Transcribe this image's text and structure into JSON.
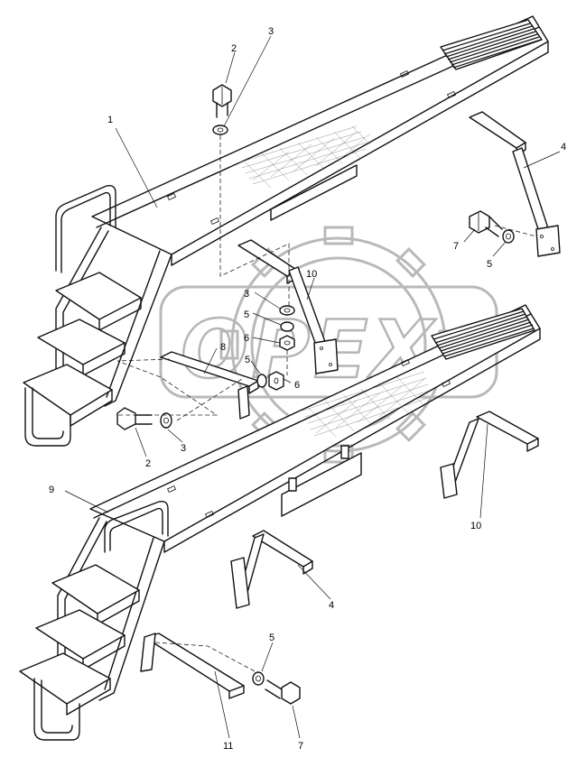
{
  "watermark": {
    "text": "OPEX"
  },
  "callouts": [
    {
      "id": "c1",
      "text": "1"
    },
    {
      "id": "c2a",
      "text": "2"
    },
    {
      "id": "c3a",
      "text": "3"
    },
    {
      "id": "c4a",
      "text": "4"
    },
    {
      "id": "c7a",
      "text": "7"
    },
    {
      "id": "c5a",
      "text": "5"
    },
    {
      "id": "c10a",
      "text": "10"
    },
    {
      "id": "c3b",
      "text": "3"
    },
    {
      "id": "c5b",
      "text": "5"
    },
    {
      "id": "c6a",
      "text": "6"
    },
    {
      "id": "c8",
      "text": "8"
    },
    {
      "id": "c5c",
      "text": "5"
    },
    {
      "id": "c6b",
      "text": "6"
    },
    {
      "id": "c2b",
      "text": "2"
    },
    {
      "id": "c3c",
      "text": "3"
    },
    {
      "id": "c9",
      "text": "9"
    },
    {
      "id": "c10b",
      "text": "10"
    },
    {
      "id": "c4b",
      "text": "4"
    },
    {
      "id": "c5d",
      "text": "5"
    },
    {
      "id": "c11",
      "text": "11"
    },
    {
      "id": "c7b",
      "text": "7"
    }
  ]
}
